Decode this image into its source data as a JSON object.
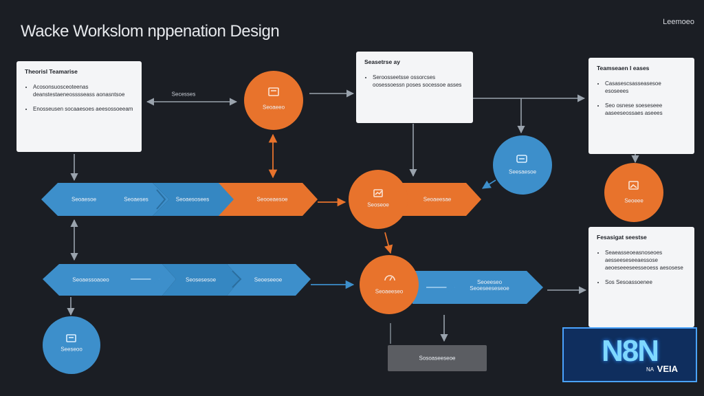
{
  "header": {
    "title": "Wacke Workslom nppenation Design",
    "corner_label": "Leemoeo"
  },
  "cards": {
    "top_left": {
      "heading": "Theorisl Teamarise",
      "items": [
        "Acosonsuosceoteenas deanstestaeneosssseass aonasntsoe",
        "Enosseusen socaaesoes aeesossoeeam"
      ]
    },
    "top_mid": {
      "heading": "Seasetrse ay",
      "items": [
        "Seroosseetsse ossorcses oosessoessn poses socessoe asses"
      ]
    },
    "top_right": {
      "heading": "Teamseaen I eases",
      "items": [
        "Casasescsasseasesoe esoseees",
        "Seo osnese soeseseee aaseeseossaes aseees"
      ]
    },
    "mid_right": {
      "heading": "Fesasigat seestse",
      "items": [
        "Seaeasseoeasnoseoes aesseeseseeaessose aeoeseeeseesseoess aesosese",
        "Sos Sesoassoenee"
      ]
    }
  },
  "labels": {
    "top_arrow": "Secesses",
    "row1_a": "Seoaesoe",
    "row1_b": "Seoaeses",
    "row1_c": "Seoaesosees",
    "row1_d": "Seooeaesoe",
    "row1_e": "Seoaeesae",
    "row2_a": "Seoaessoaoeo",
    "row2_b": "Seosesesoe",
    "row2_c": "Seoeseeoe",
    "row2_d": "Seoeeseo Seoeseeseseoe",
    "circle_top": "Seoaeeo",
    "circle_blue_right": "Seesaesoe",
    "circle_orange_right": "Seoeee",
    "circle_mid": "Seoseoe",
    "circle_low": "Seoaeeseo",
    "circle_blue_bottom": "Seeseoo",
    "gray_box": "Sosoaseeseoe"
  },
  "badge": {
    "main": "N8N",
    "small": "NA",
    "tail": "VEIA"
  },
  "colors": {
    "background": "#1b1e24",
    "blue": "#3d8fcb",
    "orange": "#e8732c",
    "card": "#f4f5f7",
    "connector": "#9aa3ad"
  },
  "icons": [
    "document-icon",
    "chart-icon",
    "chat-icon",
    "image-icon",
    "circuit-logo"
  ]
}
